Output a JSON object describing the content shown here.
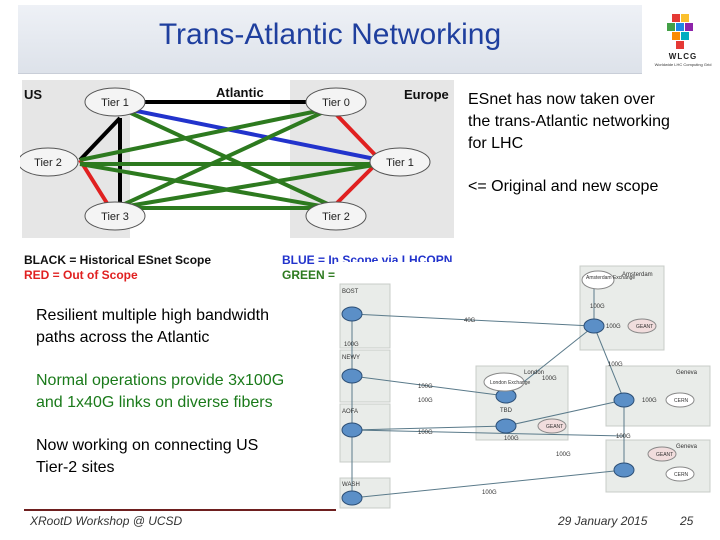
{
  "slide": {
    "title": "Trans-Atlantic Networking",
    "logo_text": "WLCG",
    "logo_subtext": "Worldwide LHC Computing Grid"
  },
  "diagram": {
    "region_us": "US",
    "region_atlantic": "Atlantic",
    "region_europe": "Europe",
    "clouds": {
      "us_tier1": "Tier 1",
      "us_tier2": "Tier 2",
      "us_tier3": "Tier 3",
      "eu_tier0": "Tier 0",
      "eu_tier1": "Tier 1",
      "eu_tier2": "Tier 2"
    },
    "legend": {
      "black": "BLACK = Historical ESnet Scope",
      "red": "RED = Out of Scope",
      "blue": "BLUE = In Scope via LHCOPN",
      "green": "GREEN = In Scope via LHCONE"
    },
    "colors": {
      "black": "#000000",
      "red": "#e02020",
      "blue": "#2233cc",
      "green": "#2d7a1f"
    }
  },
  "right_text": {
    "line1": "ESnet has now taken over",
    "line2": "the trans-Atlantic networking",
    "line3": "for LHC",
    "scope_note": "<= Original and new scope"
  },
  "bullets": {
    "b1_line1": "Resilient multiple high bandwidth",
    "b1_line2": "paths across the Atlantic",
    "b2_line1": "Normal operations provide 3x100G",
    "b2_line2": "and 1x40G links on diverse fibers",
    "b3_line1": "Now working on connecting US",
    "b3_line2": "Tier-2 sites"
  },
  "map": {
    "sites": {
      "bost": "BOST",
      "newy": "NEWY",
      "aofa": "AOFA",
      "wash": "WASH",
      "amsterdam": "Amsterdam",
      "london": "London",
      "geneva_top": "Geneva",
      "geneva_bottom": "Geneva"
    },
    "nodes": {
      "amsterdam_exchange": "Amsterdam Exchange",
      "london_exchange": "London Exchange",
      "tbd": "TBD",
      "geant_ams": "GEANT",
      "geant_lon": "GEANT",
      "geant_gen": "GEANT",
      "cern_top": "CERN",
      "cern_bottom": "CERN"
    },
    "links": {
      "l40g": "40G",
      "bost_100g": "100G",
      "ams_100g_a": "100G",
      "ams_100g_b": "100G",
      "newy_100g": "100G",
      "london_100g": "100G",
      "aofa_100g_a": "100G",
      "aofa_100g_b": "100G",
      "geneva_100g_a": "100G",
      "geneva_100g_b": "100G",
      "geneva_100g_c": "100G",
      "geneva_100g_d": "100G",
      "london_100g_b": "100G",
      "wash_100g": "100G"
    }
  },
  "footer": {
    "left": "XRootD Workshop @ UCSD",
    "date": "29 January 2015",
    "page": "25"
  }
}
